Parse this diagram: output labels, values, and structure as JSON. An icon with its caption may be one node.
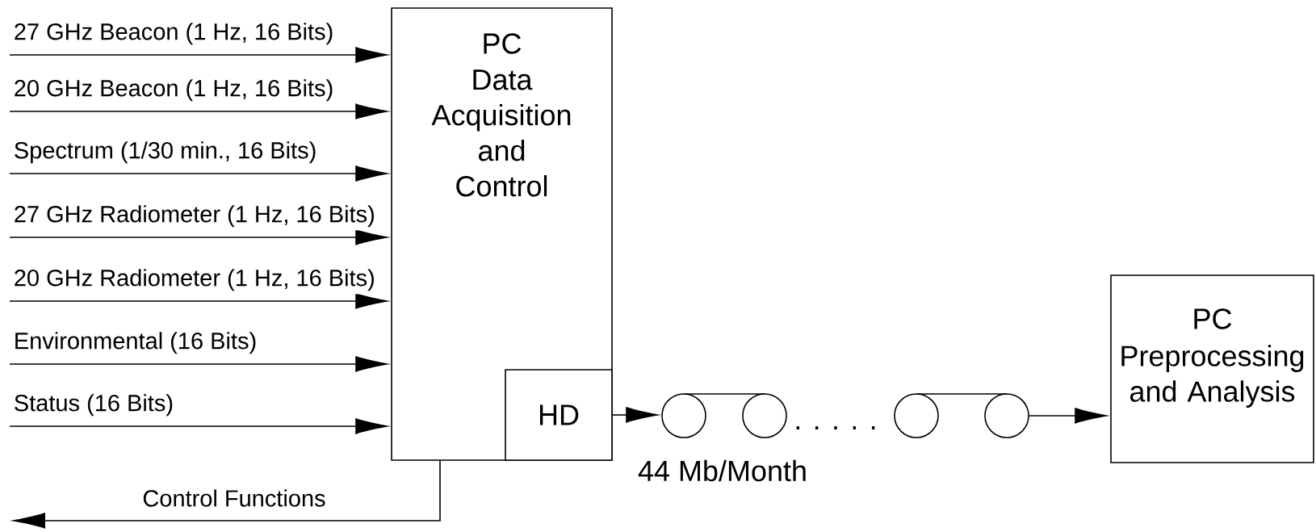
{
  "diagram": {
    "nodes": [
      {
        "text": [
          "PC",
          "Data Acquisition and Control"
        ]
      },
      {
        "text": [
          "HD"
        ],
        "in": 0
      },
      {
        "text": [],
        "shape": "tape"
      },
      {
        "text": [],
        "shape": "tape"
      },
      {
        "text": [
          "PC",
          "Preprocessing and Analysis"
        ]
      }
    ],
    "edges": [
      {
        "from": null,
        "to": 0,
        "arrow": "to",
        "label": "27 GHz Beacon (1 Hz, 16 Bits)"
      },
      {
        "from": null,
        "to": 0,
        "arrow": "to",
        "label": "20 GHz Beacon (1 Hz, 16 Bits)"
      },
      {
        "from": null,
        "to": 0,
        "arrow": "to",
        "label": "Spectrum (1/30 min., 16 Bits)"
      },
      {
        "from": null,
        "to": 0,
        "arrow": "to",
        "label": "27 GHz Radiometer (1 Hz, 16 Bits)"
      },
      {
        "from": null,
        "to": 0,
        "arrow": "to",
        "label": "20 GHz Radiometer (1 Hz, 16 Bits)"
      },
      {
        "from": null,
        "to": 0,
        "arrow": "to",
        "label": "Environmental (16 Bits)"
      },
      {
        "from": null,
        "to": 0,
        "arrow": "to",
        "label": "Status (16 Bits)"
      },
      {
        "from": 0,
        "to": null,
        "arrow": "to",
        "label": "Control Functions"
      },
      {
        "from": 1,
        "to": 2,
        "arrow": "to"
      },
      {
        "from": 3,
        "to": 4,
        "arrow": "to"
      }
    ],
    "labels": [
      ". . . . .",
      "44 Mb/Month"
    ]
  }
}
